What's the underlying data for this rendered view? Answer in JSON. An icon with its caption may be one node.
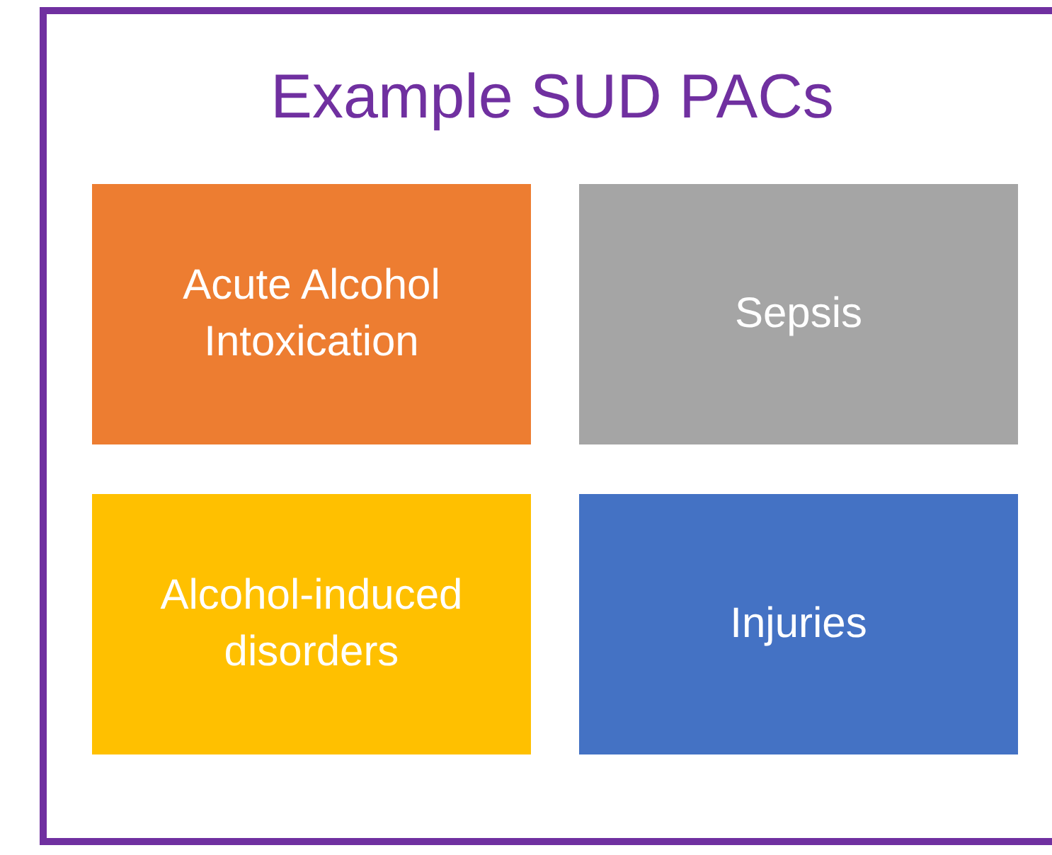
{
  "diagram": {
    "title": "Example SUD PACs",
    "nodes": [
      {
        "text": [
          "Acute Alcohol Intoxication"
        ]
      },
      {
        "text": [
          "Sepsis"
        ]
      },
      {
        "text": [
          "Alcohol-induced disorders"
        ]
      },
      {
        "text": [
          "Injuries"
        ]
      }
    ]
  }
}
